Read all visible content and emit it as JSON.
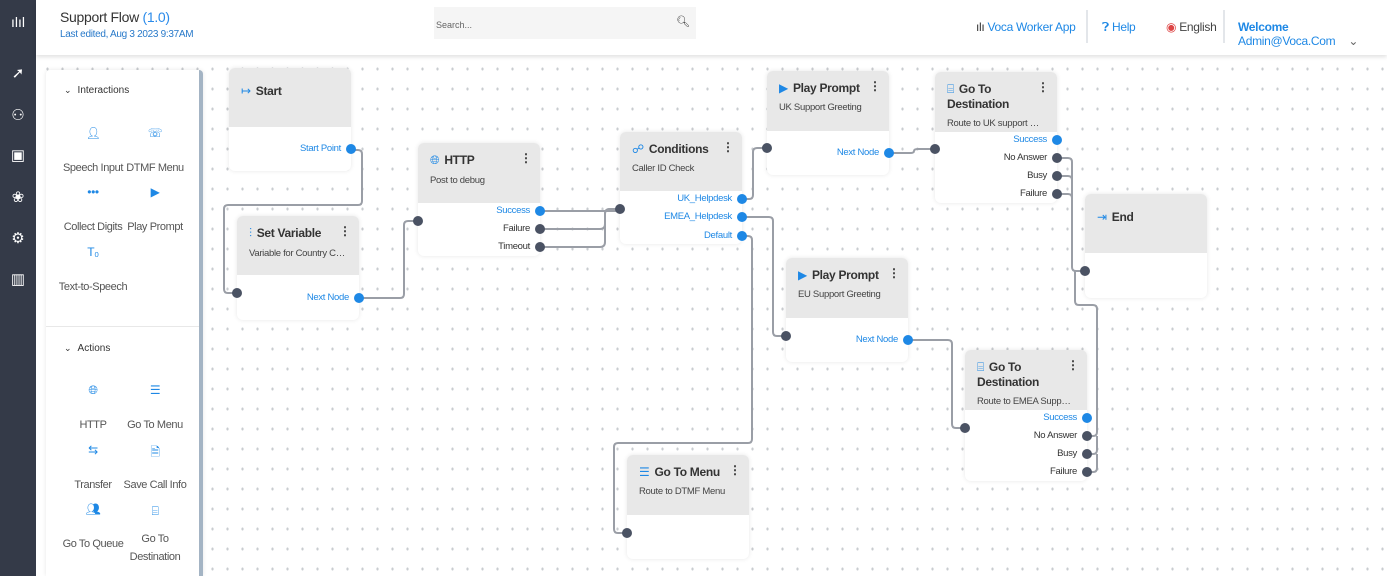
{
  "header": {
    "title": "Support Flow",
    "version": "(1.0)",
    "last_edited": "Last edited, Aug 3 2023 9:37AM",
    "search_placeholder": "Search...",
    "worker_app": "Voca Worker App",
    "help": "Help",
    "language": "English",
    "welcome": "Welcome",
    "user": "Admin@Voca.Com"
  },
  "rail": [
    "rocket-icon",
    "users-icon",
    "briefcase-icon",
    "flow-icon",
    "settings-icon",
    "chart-icon"
  ],
  "palette": {
    "interactions_title": "Interactions",
    "interactions": [
      {
        "label": "Speech Input",
        "icon": "speech-input-icon"
      },
      {
        "label": "DTMF Menu",
        "icon": "dtmf-icon"
      },
      {
        "label": "Collect Digits",
        "icon": "collect-digits-icon"
      },
      {
        "label": "Play Prompt",
        "icon": "play-icon"
      },
      {
        "label": "Text-to-Speech",
        "icon": "tts-icon"
      }
    ],
    "actions_title": "Actions",
    "actions": [
      {
        "label": "HTTP",
        "icon": "globe-icon"
      },
      {
        "label": "Go To Menu",
        "icon": "menu-icon"
      },
      {
        "label": "Transfer",
        "icon": "transfer-icon"
      },
      {
        "label": "Save Call Info",
        "icon": "save-icon"
      },
      {
        "label": "Go To Queue",
        "icon": "queue-icon"
      },
      {
        "label": "Go To Destination",
        "icon": "destination-icon"
      }
    ]
  },
  "nodes": {
    "start": {
      "title": "Start",
      "ports": [
        "Start Point"
      ]
    },
    "setvar": {
      "title": "Set Variable",
      "desc": "Variable for Country Code",
      "ports": [
        "Next Node"
      ]
    },
    "http": {
      "title": "HTTP",
      "desc": "Post to debug",
      "ports": [
        "Success",
        "Failure",
        "Timeout"
      ]
    },
    "cond": {
      "title": "Conditions",
      "desc": "Caller ID Check",
      "ports": [
        "UK_Helpdesk",
        "EMEA_Helpdesk",
        "Default"
      ]
    },
    "ppuk": {
      "title": "Play Prompt",
      "desc": "UK Support Greeting",
      "ports": [
        "Next Node"
      ]
    },
    "gtduk": {
      "title": "Go To Destination",
      "desc": "Route to UK support Desk",
      "ports": [
        "Success",
        "No Answer",
        "Busy",
        "Failure"
      ]
    },
    "end": {
      "title": "End"
    },
    "ppeu": {
      "title": "Play Prompt",
      "desc": "EU Support Greeting",
      "ports": [
        "Next Node"
      ]
    },
    "gtdemea": {
      "title": "Go To Destination",
      "desc": "Route to EMEA Support Des...",
      "ports": [
        "Success",
        "No Answer",
        "Busy",
        "Failure"
      ]
    },
    "gtm": {
      "title": "Go To Menu",
      "desc": "Route to DTMF Menu"
    }
  },
  "colors": {
    "accent": "#1e88e5",
    "rail": "#343a48",
    "port_dark": "#4a5263"
  }
}
